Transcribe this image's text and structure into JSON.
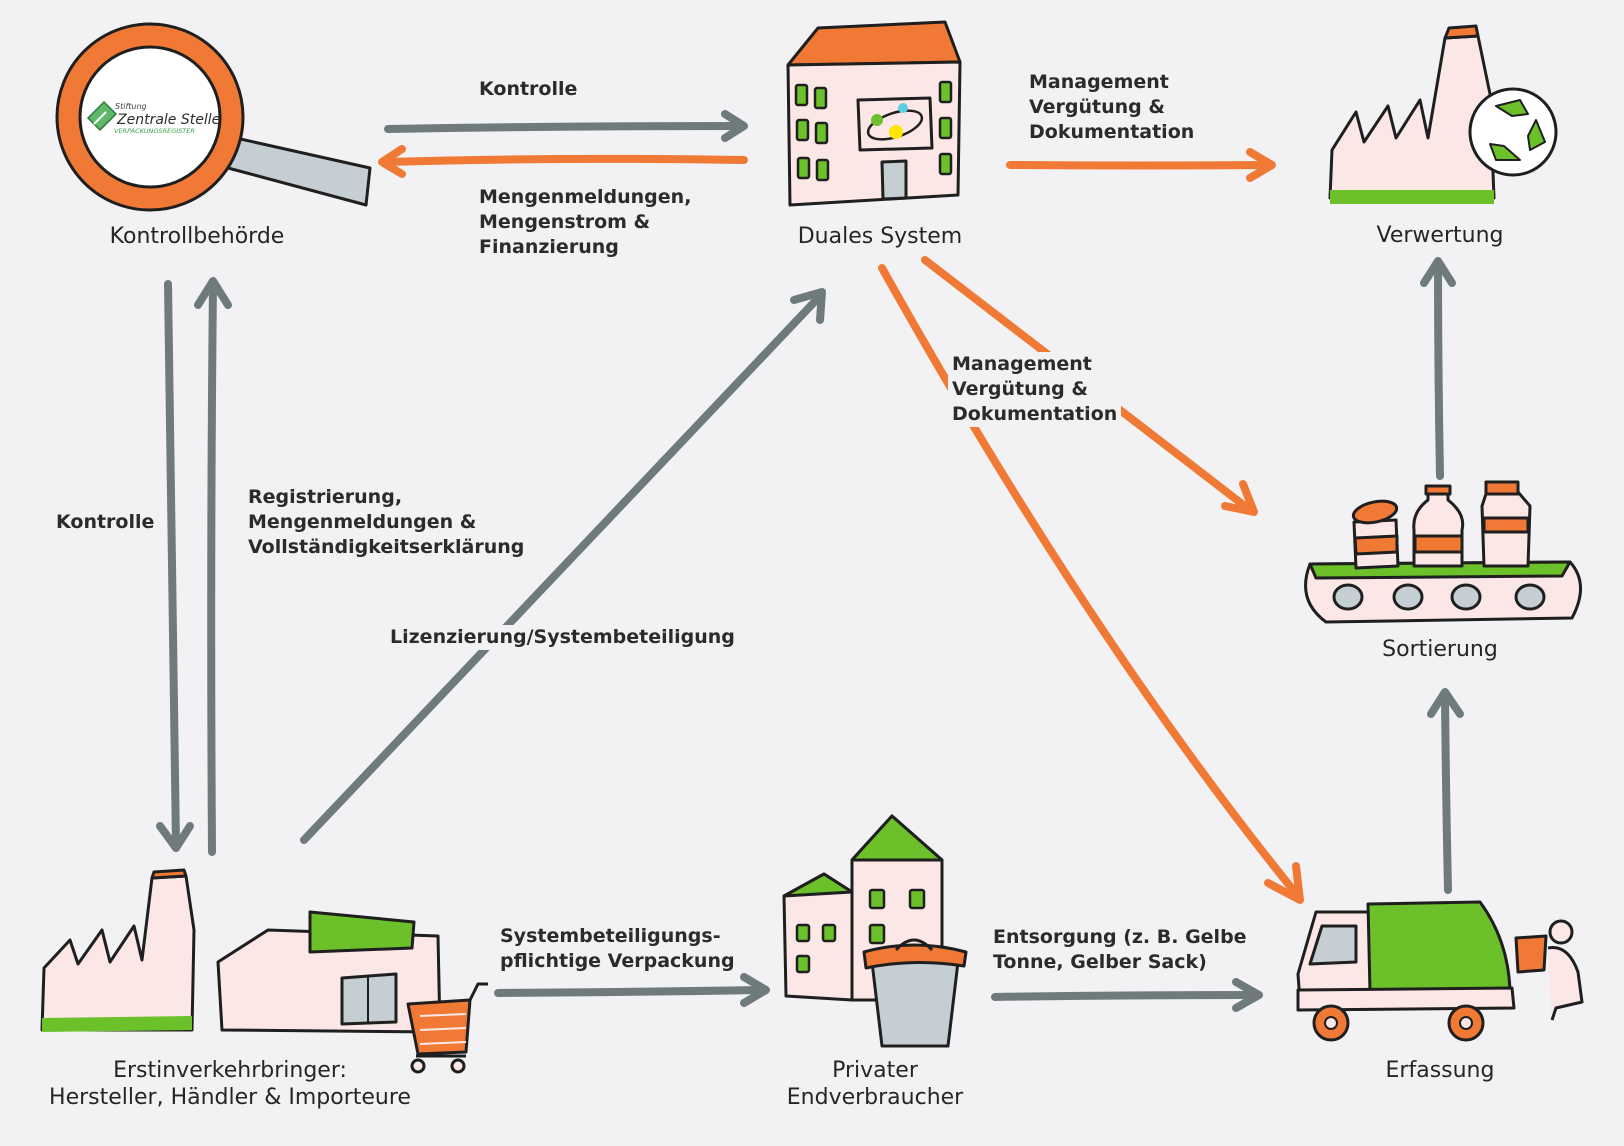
{
  "colors": {
    "background": "#f2f1f3",
    "orange": "#f07a35",
    "gray": "#6f7b7b",
    "green": "#6cc12a",
    "pink": "#fbe8e6",
    "steel": "#c4ced3",
    "outline": "#1f1f1f"
  },
  "logo": {
    "line1": "Stiftung",
    "line2": "Zentrale Stelle",
    "line3": "VERPACKUNGSREGISTER"
  },
  "nodes": {
    "kontrollbehoerde": "Kontrollbehörde",
    "duales_system": "Duales System",
    "verwertung": "Verwertung",
    "sortierung": "Sortierung",
    "erfassung": "Erfassung",
    "endverbraucher_line1": "Privater",
    "endverbraucher_line2": "Endverbraucher",
    "erstinverkehrbringer_line1": "Erstinverkehrbringer:",
    "erstinverkehrbringer_line2": "Hersteller, Händler & Importeure"
  },
  "edges": {
    "kontrolle_top": "Kontrolle",
    "mengen_line1": "Mengenmeldungen,",
    "mengen_line2": "Mengenstrom &",
    "mengen_line3": "Finanzierung",
    "mgmt_top_line1": "Management",
    "mgmt_top_line2": "Vergütung &",
    "mgmt_top_line3": "Dokumentation",
    "mgmt_mid_line1": "Management",
    "mgmt_mid_line2": "Vergütung &",
    "mgmt_mid_line3": "Dokumentation",
    "kontrolle_left": "Kontrolle",
    "reg_line1": "Registrierung,",
    "reg_line2": "Mengenmeldungen &",
    "reg_line3": "Vollständigkeitserklärung",
    "lizenzierung": "Lizenzierung/Systembeteiligung",
    "systembet_line1": "Systembeteiligungs-",
    "systembet_line2": "pflichtige Verpackung",
    "entsorgung_line1": "Entsorgung (z. B. Gelbe",
    "entsorgung_line2": "Tonne, Gelber Sack)"
  }
}
